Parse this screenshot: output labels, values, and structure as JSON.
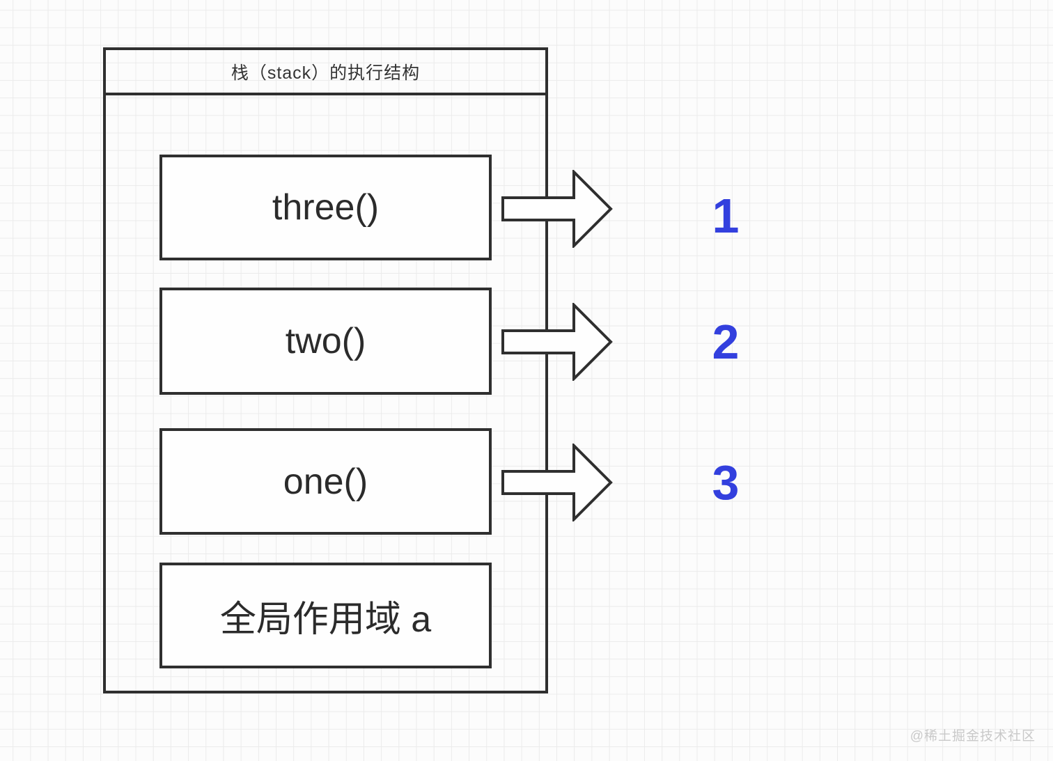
{
  "diagram": {
    "title": "栈（stack）的执行结构",
    "frames": [
      {
        "label": "three()"
      },
      {
        "label": "two()"
      },
      {
        "label": "one()"
      },
      {
        "label": "全局作用域 a"
      }
    ],
    "steps": [
      {
        "number": "1"
      },
      {
        "number": "2"
      },
      {
        "number": "3"
      }
    ],
    "icons": [
      {
        "name": "right-arrow-icon"
      },
      {
        "name": "right-arrow-icon"
      },
      {
        "name": "right-arrow-icon"
      }
    ],
    "colors": {
      "step_number_blue": "#3340DE",
      "border_dark": "#2f2f2f",
      "grid_line": "#ebebeb",
      "background": "#fcfcfc"
    }
  },
  "watermark": {
    "text": "@稀土掘金技术社区"
  }
}
